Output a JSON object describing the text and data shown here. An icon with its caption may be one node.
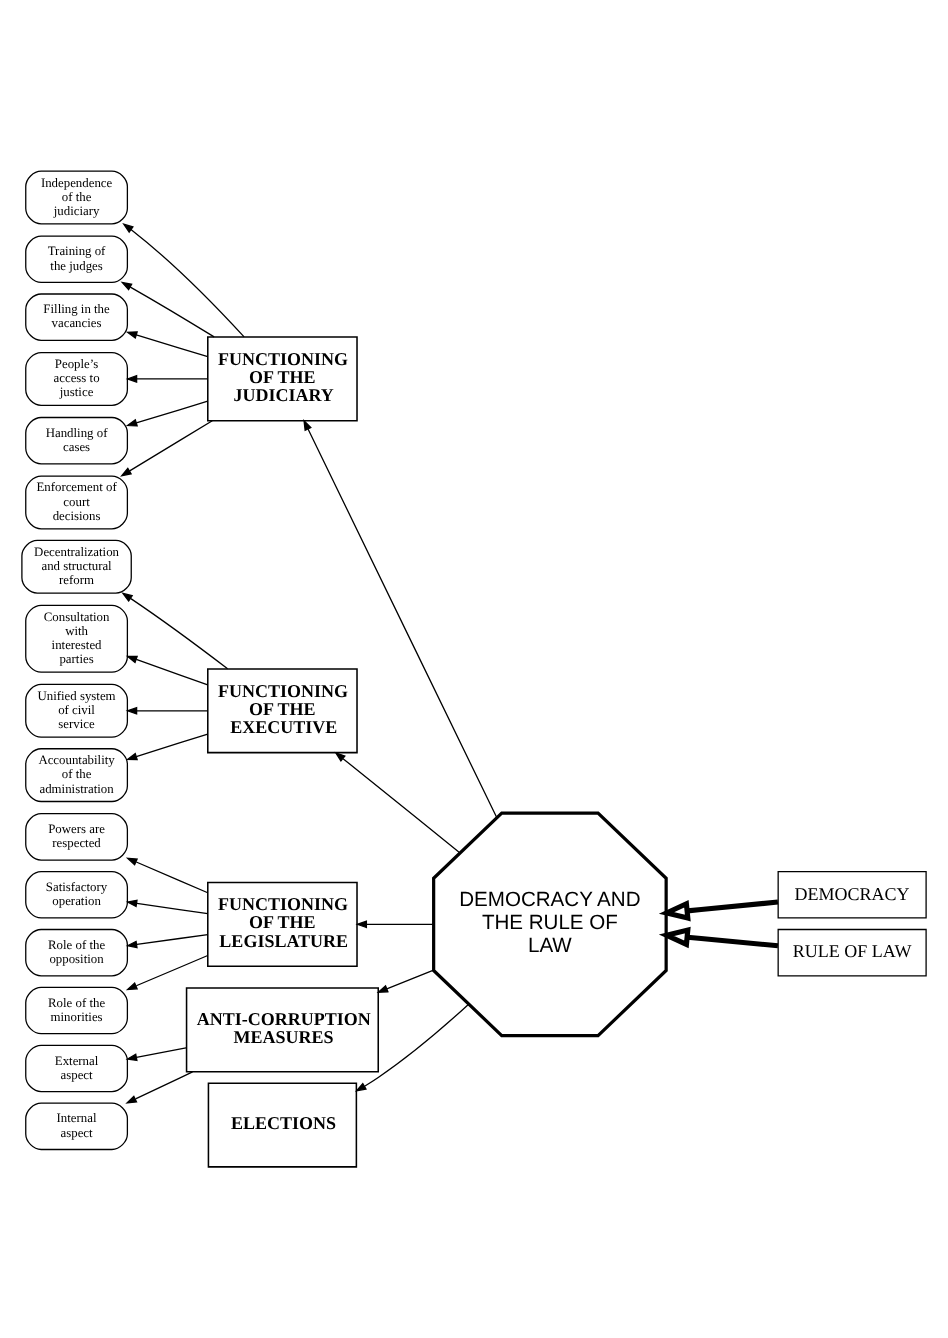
{
  "diagram": {
    "nodes": [
      {
        "text": [
          "Independence of the judiciary"
        ]
      },
      {
        "text": [
          "Training of the judges"
        ]
      },
      {
        "text": [
          "Filling in the vacancies"
        ]
      },
      {
        "text": [
          "People’s access to justice"
        ]
      },
      {
        "text": [
          "Handling of cases"
        ]
      },
      {
        "text": [
          "Enforcement of court decisions"
        ]
      },
      {
        "text": [
          "FUNCTIONING OF THE JUDICIARY"
        ]
      },
      {
        "text": [
          "Decentralization and structural reform"
        ]
      },
      {
        "text": [
          "Consultation with interested parties"
        ]
      },
      {
        "text": [
          "Unified system of civil service"
        ]
      },
      {
        "text": [
          "Accountability of the administration"
        ]
      },
      {
        "text": [
          "FUNCTIONING OF THE EXECUTIVE"
        ]
      },
      {
        "text": [
          "Powers are respected"
        ]
      },
      {
        "text": [
          "Satisfactory operation"
        ]
      },
      {
        "text": [
          "Role of the opposition"
        ]
      },
      {
        "text": [
          "Role of the minorities"
        ]
      },
      {
        "text": [
          "FUNCTIONING OF THE LEGISLATURE"
        ]
      },
      {
        "text": [
          "External aspect"
        ]
      },
      {
        "text": [
          "Internal aspect"
        ]
      },
      {
        "text": [
          "ANTI-CORRUPTION MEASURES"
        ]
      },
      {
        "text": [
          "DEMOCRACY AND THE RULE OF LAW"
        ]
      },
      {
        "text": [
          "ELECTIONS"
        ]
      },
      {
        "text": [
          "DEMOCRACY"
        ]
      },
      {
        "text": [
          "RULE OF LAW"
        ]
      }
    ],
    "edges": [
      {
        "from": 6,
        "to": 0,
        "arrow": "to"
      },
      {
        "from": 6,
        "to": 1,
        "arrow": "to"
      },
      {
        "from": 6,
        "to": 2,
        "arrow": "to"
      },
      {
        "from": 6,
        "to": 3,
        "arrow": "to"
      },
      {
        "from": 6,
        "to": 4,
        "arrow": "to"
      },
      {
        "from": 6,
        "to": 5,
        "arrow": "to"
      },
      {
        "from": 11,
        "to": 7,
        "arrow": "to"
      },
      {
        "from": 11,
        "to": 8,
        "arrow": "to"
      },
      {
        "from": 11,
        "to": 9,
        "arrow": "to"
      },
      {
        "from": 11,
        "to": 10,
        "arrow": "to"
      },
      {
        "from": 16,
        "to": 12,
        "arrow": "to"
      },
      {
        "from": 16,
        "to": 13,
        "arrow": "to"
      },
      {
        "from": 16,
        "to": 14,
        "arrow": "to"
      },
      {
        "from": 16,
        "to": 15,
        "arrow": "to"
      },
      {
        "from": 19,
        "to": 17,
        "arrow": "to"
      },
      {
        "from": 19,
        "to": 18,
        "arrow": "to"
      },
      {
        "from": 20,
        "to": 6,
        "arrow": "to"
      },
      {
        "from": 20,
        "to": 11,
        "arrow": "to"
      },
      {
        "from": 20,
        "to": 16,
        "arrow": "to"
      },
      {
        "from": 20,
        "to": 19,
        "arrow": "to"
      },
      {
        "from": 20,
        "to": 21,
        "arrow": "to"
      },
      {
        "from": 22,
        "to": 20,
        "arrow": "to",
        "style": "thick"
      },
      {
        "from": 23,
        "to": 20,
        "arrow": "to",
        "style": "thick"
      }
    ]
  }
}
